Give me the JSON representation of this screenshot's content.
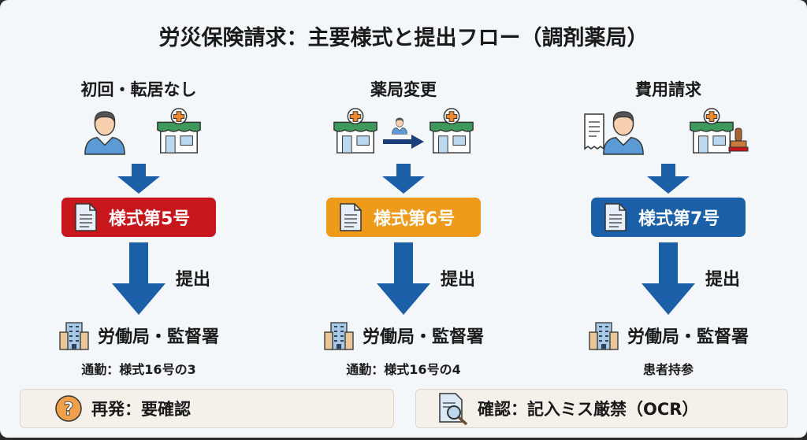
{
  "title": "労災保険請求：主要様式と提出フロー（調剤薬局）",
  "columns": [
    {
      "heading": "初回・転居なし",
      "form": "様式第5号",
      "color": "#c8161d",
      "submit": "提出",
      "office": "労働局・監督署",
      "note": "通勤：様式16号の3"
    },
    {
      "heading": "薬局変更",
      "form": "様式第6号",
      "color": "#ee9a1a",
      "submit": "提出",
      "office": "労働局・監督署",
      "note": "通勤：様式16号の4"
    },
    {
      "heading": "費用請求",
      "form": "様式第7号",
      "color": "#1a5fa8",
      "submit": "提出",
      "office": "労働局・監督署",
      "note": "患者持参"
    }
  ],
  "notes": [
    {
      "icon": "question-icon",
      "text": "再発：要確認"
    },
    {
      "icon": "document-search-icon",
      "text": "確認：記入ミス厳禁（OCR）"
    }
  ],
  "arrow_color": "#1a5fa8"
}
